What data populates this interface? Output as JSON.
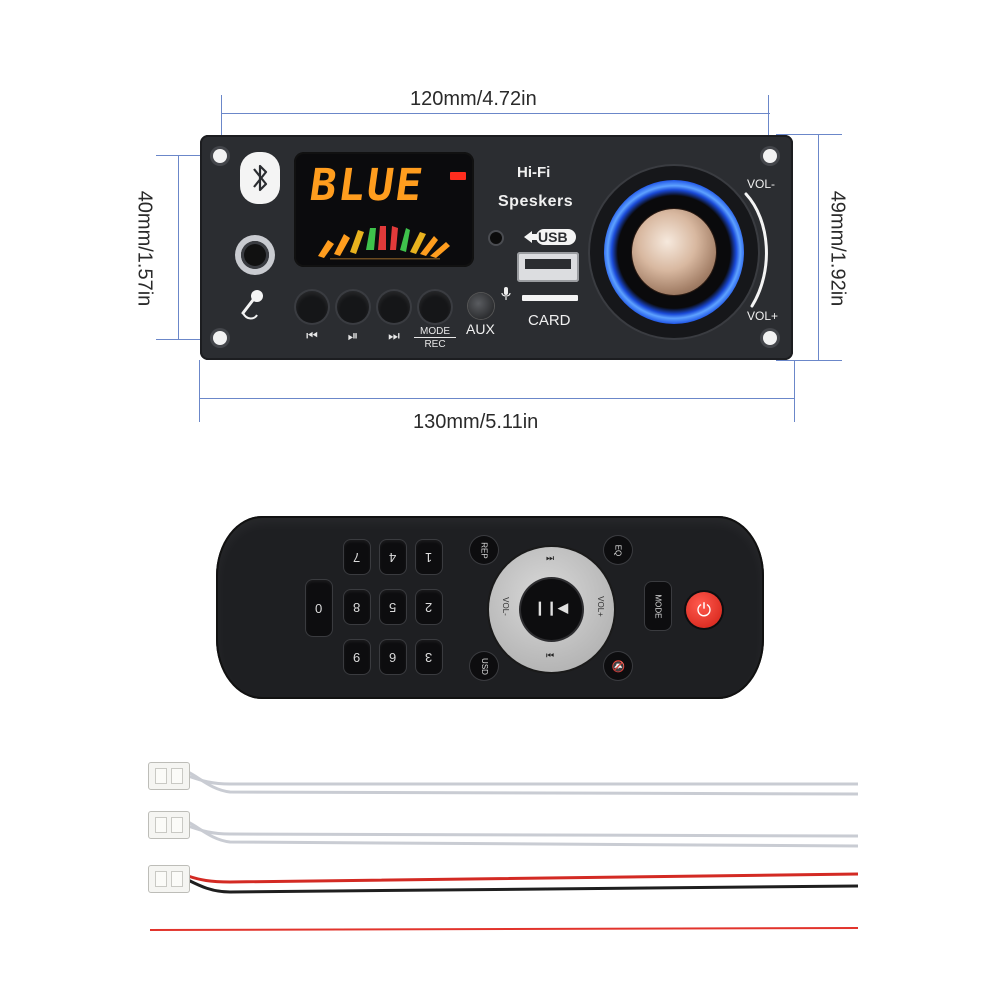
{
  "dimensions": {
    "top_width": "120mm/4.72in",
    "bottom_width": "130mm/5.11in",
    "left_height": "40mm/1.57in",
    "right_height": "49mm/1.92in"
  },
  "panel": {
    "display_text": "BLUE",
    "title_line1": "Hi-Fi",
    "title_line2": "Speskers",
    "usb_label": "USB",
    "card_label": "CARD",
    "aux_label": "AUX",
    "mode_label": "MODE",
    "rec_label": "REC",
    "vol_minus_label": "VOL-",
    "vol_plus_label": "VOL+",
    "prev_glyph": "⏮",
    "play_glyph": "⏯",
    "next_glyph": "⏭"
  },
  "remote": {
    "keys": [
      "0",
      "7",
      "8",
      "9",
      "4",
      "5",
      "6",
      "1",
      "2",
      "3"
    ],
    "rep_label": "REP",
    "eq_label": "EQ",
    "usd_label": "USD",
    "mute_label": "🔇",
    "mode_label": "MODE",
    "vol_minus_label": "VOL-",
    "vol_plus_label": "VOL+",
    "play_glyph": "▶❙❙",
    "power_glyph": "⏻"
  },
  "colors": {
    "dimension_line": "#6b87c9",
    "panel": "#2b2d31",
    "knob_ring": "#2f6bff",
    "power_button": "#e0251c",
    "segment": "#ff9d1e"
  }
}
